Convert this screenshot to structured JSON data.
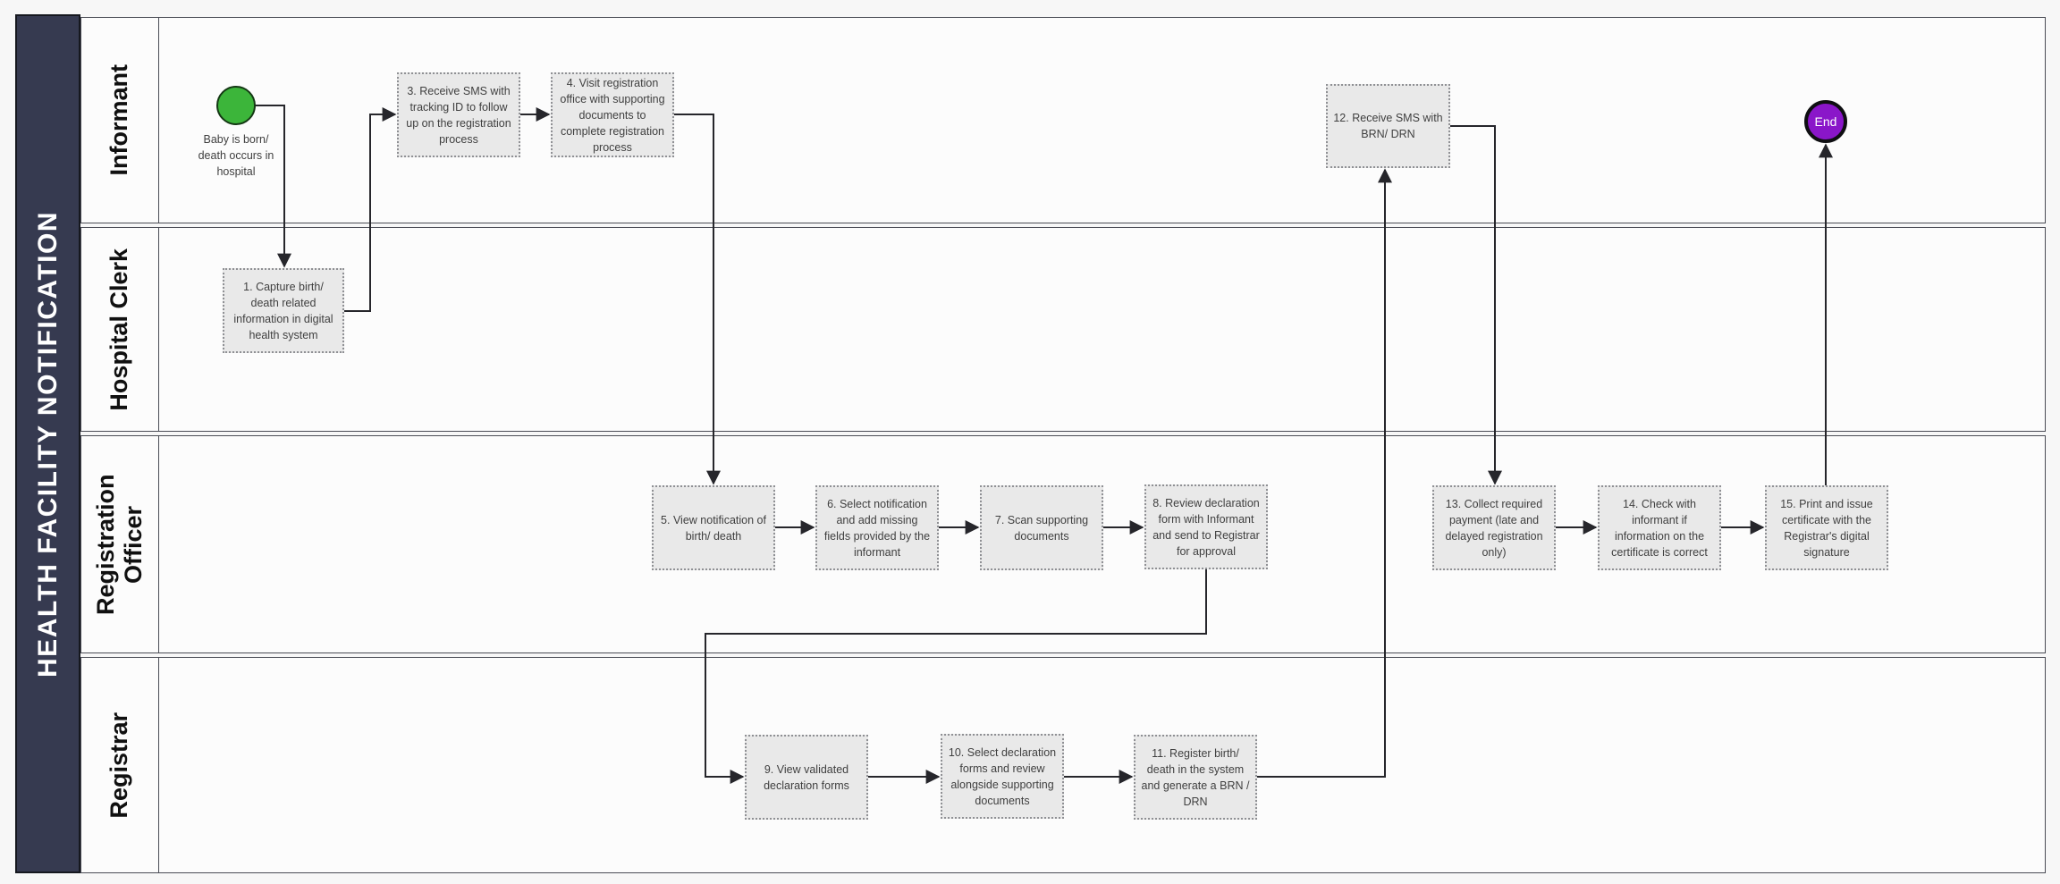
{
  "diagram": {
    "title": "HEALTH FACILITY NOTIFICATION",
    "lanes": [
      "Informant",
      "Hospital Clerk",
      "Registration Officer",
      "Registrar"
    ],
    "start_event": {
      "label": "Baby is born/ death occurs in hospital"
    },
    "end_event": {
      "label": "End"
    },
    "tasks": {
      "t1": "1. Capture birth/ death related information in digital health system",
      "t3": "3. Receive SMS with tracking ID to follow up on the registration process",
      "t4": "4. Visit registration office with supporting documents to complete registration process",
      "t5": "5. View notification of birth/ death",
      "t6": "6. Select notification and add missing fields provided by the informant",
      "t7": "7. Scan supporting documents",
      "t8": "8. Review declaration form with Informant and send to Registrar for approval",
      "t9": "9. View validated declaration forms",
      "t10": "10. Select declaration forms and review alongside supporting documents",
      "t11": "11. Register birth/ death in the system and generate a BRN / DRN",
      "t12": "12. Receive SMS with BRN/ DRN",
      "t13": "13. Collect required payment (late and delayed registration only)",
      "t14": "14. Check with informant if information on the certificate is correct",
      "t15": "15.  Print and issue certificate with the Registrar's digital signature"
    },
    "colors": {
      "pool_header": "#363a50",
      "lane_fill": "#fcfcfc",
      "task_fill": "#e9e9e9",
      "start_event": "#3cb53a",
      "end_event": "#8a16c9"
    }
  }
}
